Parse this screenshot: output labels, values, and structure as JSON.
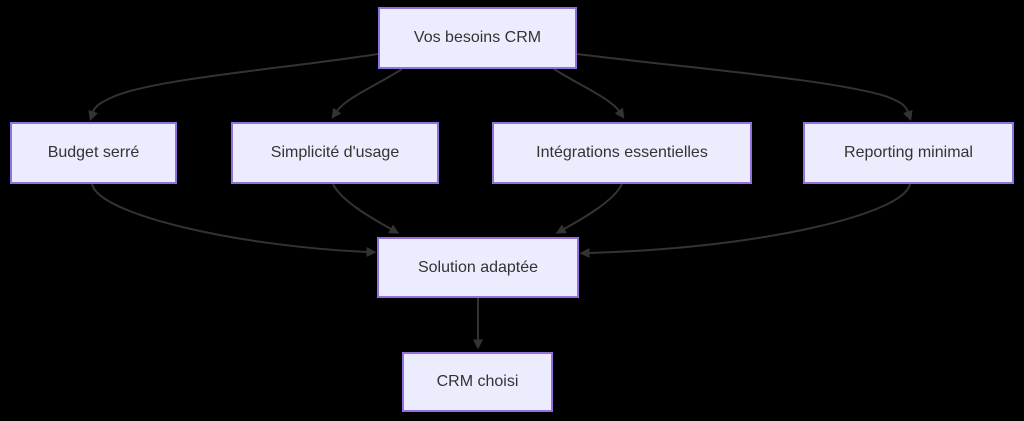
{
  "diagram": {
    "type": "flowchart",
    "direction": "top-down",
    "nodes": [
      {
        "id": "besoins",
        "label": "Vos besoins CRM"
      },
      {
        "id": "budget",
        "label": "Budget serré"
      },
      {
        "id": "simplicite",
        "label": "Simplicité d'usage"
      },
      {
        "id": "integrations",
        "label": "Intégrations essentielles"
      },
      {
        "id": "reporting",
        "label": "Reporting minimal"
      },
      {
        "id": "solution",
        "label": "Solution adaptée"
      },
      {
        "id": "crm",
        "label": "CRM choisi"
      }
    ],
    "edges": [
      {
        "from": "besoins",
        "to": "budget"
      },
      {
        "from": "besoins",
        "to": "simplicite"
      },
      {
        "from": "besoins",
        "to": "integrations"
      },
      {
        "from": "besoins",
        "to": "reporting"
      },
      {
        "from": "budget",
        "to": "solution"
      },
      {
        "from": "simplicite",
        "to": "solution"
      },
      {
        "from": "integrations",
        "to": "solution"
      },
      {
        "from": "reporting",
        "to": "solution"
      },
      {
        "from": "solution",
        "to": "crm"
      }
    ],
    "colors": {
      "background": "#000000",
      "node_fill": "#ECECFF",
      "node_border": "#9370DB",
      "node_text": "#333333",
      "edge": "#333333"
    }
  }
}
